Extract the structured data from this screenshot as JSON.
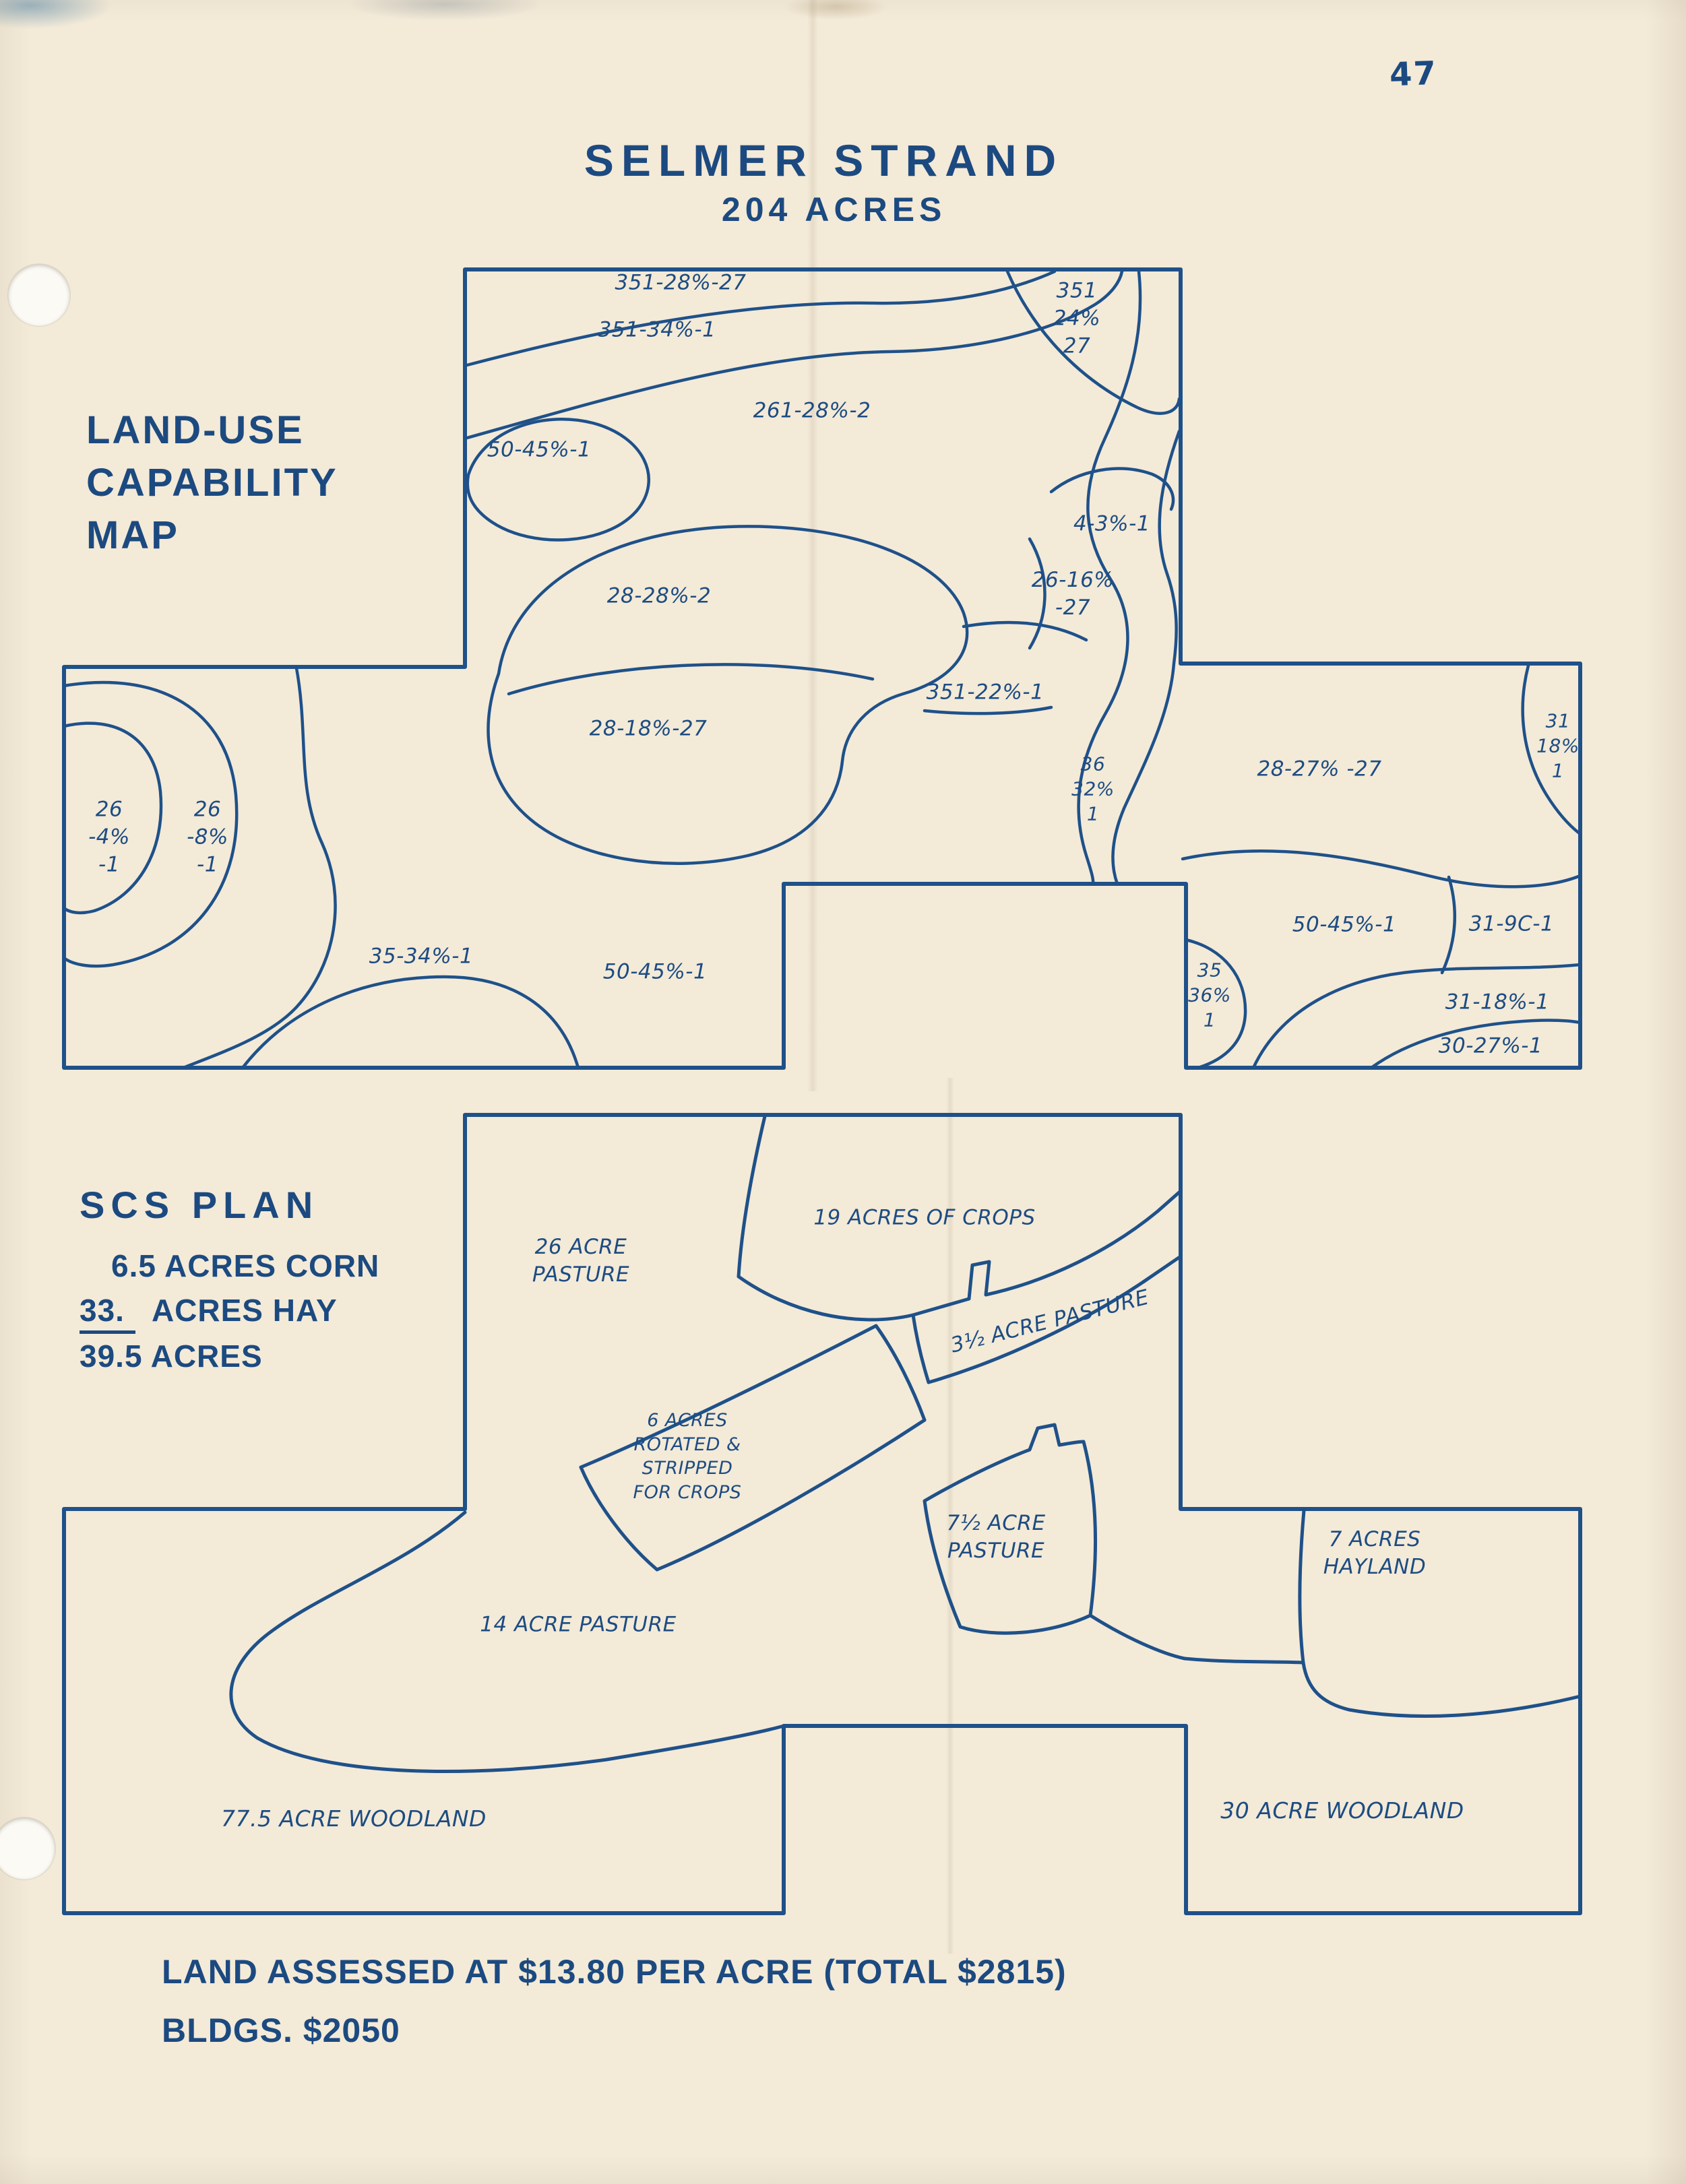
{
  "page": {
    "number": "47",
    "title": "SELMER STRAND",
    "subtitle": "204 ACRES",
    "ink_color": "#1c4a80",
    "paper_color": "#f3ead8"
  },
  "capability_map": {
    "heading": "LAND-USE\nCAPABILITY\nMAP",
    "labels": [
      {
        "text": "351-28%-27"
      },
      {
        "text": "351-34%-1"
      },
      {
        "text": "351\n24%\n27"
      },
      {
        "text": "261-28%-2"
      },
      {
        "text": "50-45%-1"
      },
      {
        "text": "4-3%-1"
      },
      {
        "text": "28-28%-2"
      },
      {
        "text": "26-16%\n-27"
      },
      {
        "text": "351-22%-1"
      },
      {
        "text": "28-18%-27"
      },
      {
        "text": "36\n32%\n1"
      },
      {
        "text": "28-27% -27"
      },
      {
        "text": "31\n18%\n1"
      },
      {
        "text": "26\n-4%\n-1"
      },
      {
        "text": "26\n-8%\n-1"
      },
      {
        "text": "35-34%-1"
      },
      {
        "text": "50-45%-1"
      },
      {
        "text": "50-45%-1"
      },
      {
        "text": "31-9C-1"
      },
      {
        "text": "35\n36%\n1"
      },
      {
        "text": "31-18%-1"
      },
      {
        "text": "30-27%-1"
      }
    ]
  },
  "scs_plan": {
    "heading": "SCS PLAN",
    "summary": {
      "line1": "6.5 ACRES CORN",
      "line2_underlined": "33.",
      "line2_rest": "ACRES HAY",
      "line3": "39.5 ACRES"
    },
    "regions": [
      {
        "text": "26 ACRE\nPASTURE"
      },
      {
        "text": "19 ACRES OF CROPS"
      },
      {
        "text": "3½ ACRE PASTURE"
      },
      {
        "text": "6 ACRES\nROTATED &\nSTRIPPED\nFOR CROPS"
      },
      {
        "text": "7½ ACRE\nPASTURE"
      },
      {
        "text": "7 ACRES\nHAYLAND"
      },
      {
        "text": "14 ACRE PASTURE"
      },
      {
        "text": "77.5 ACRE WOODLAND"
      },
      {
        "text": "30 ACRE WOODLAND"
      }
    ]
  },
  "footer": {
    "line1": "LAND ASSESSED AT $13.80 PER ACRE (TOTAL $2815)",
    "line2": "BLDGS. $2050"
  }
}
